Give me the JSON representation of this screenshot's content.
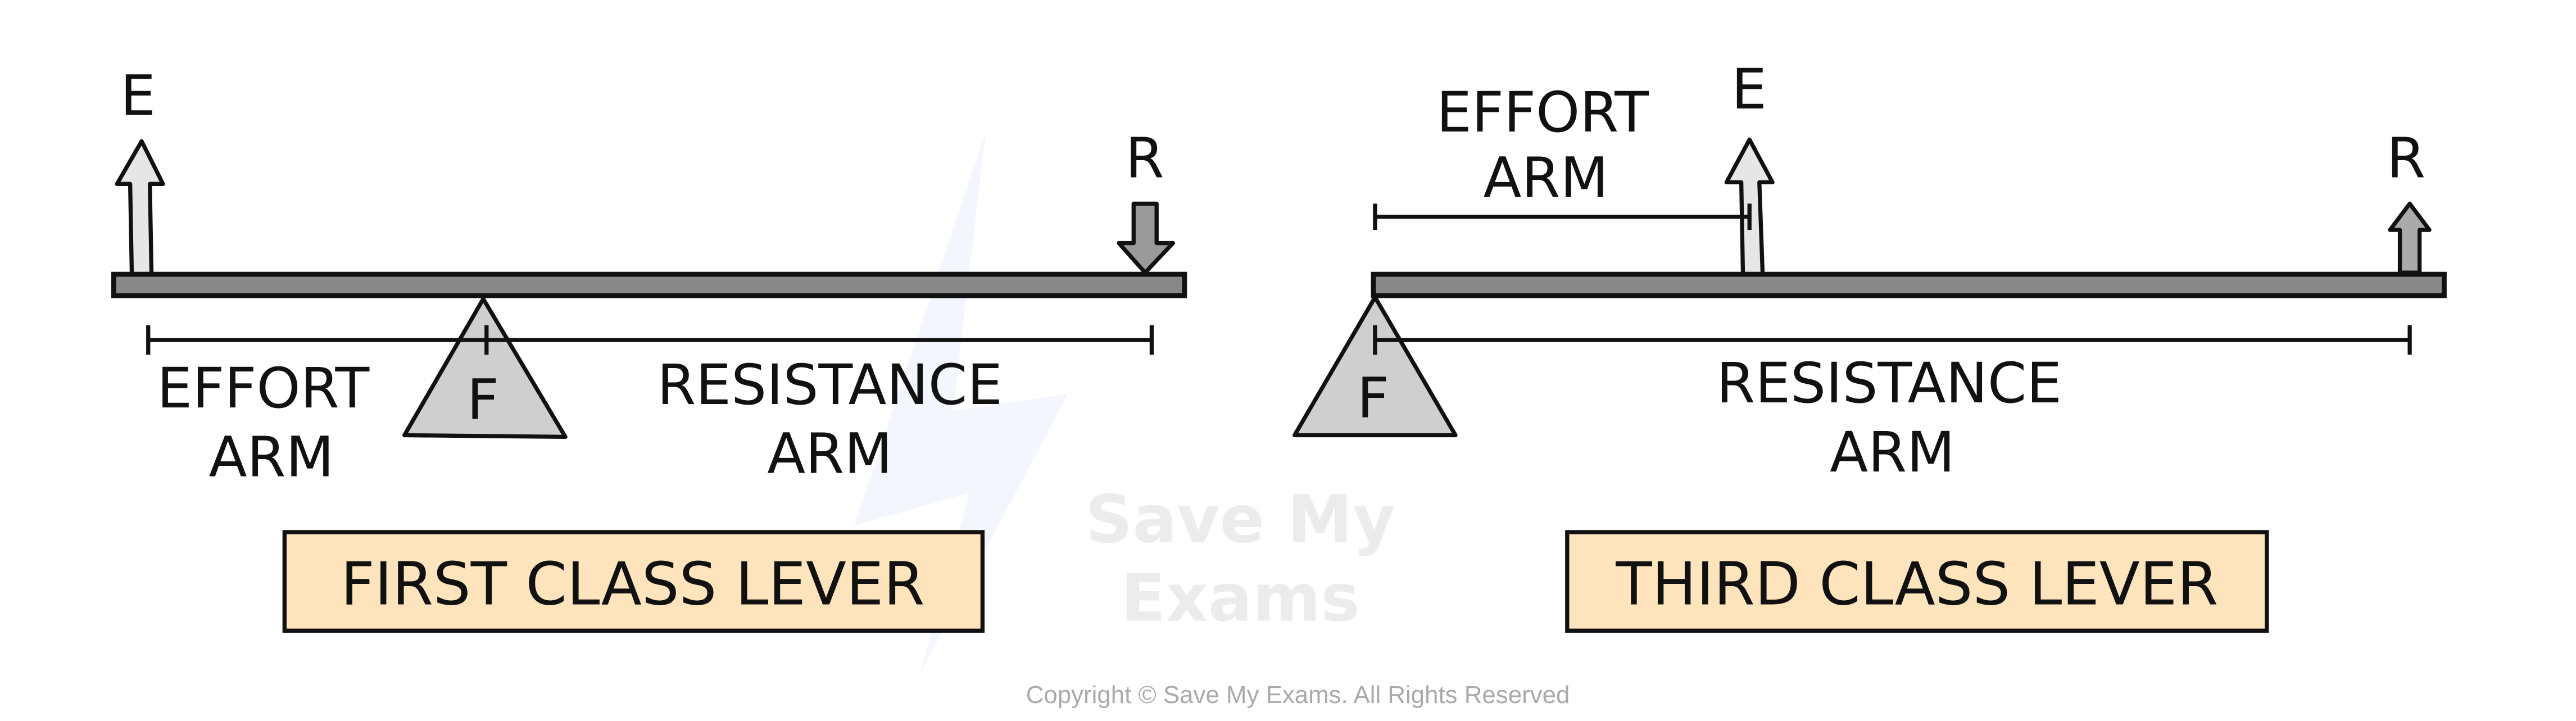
{
  "watermark": {
    "line1": "Save My",
    "line2": "Exams"
  },
  "colors": {
    "beam": "#888888",
    "fulcrum": "#cfcfcf",
    "effort_arrow": "#e6e6e6",
    "resistance_arrow": "#aaaaaa",
    "title_box": "#fde4bd",
    "stroke": "#111111"
  },
  "first_class": {
    "effort_label": "E",
    "resistance_label": "R",
    "fulcrum_label": "F",
    "effort_arm": {
      "line1": "EFFORT",
      "line2": "ARM"
    },
    "resistance_arm": {
      "line1": "RESISTANCE",
      "line2": "ARM"
    },
    "title": "FIRST CLASS LEVER"
  },
  "third_class": {
    "effort_label": "E",
    "resistance_label": "R",
    "fulcrum_label": "F",
    "effort_arm": {
      "line1": "EFFORT",
      "line2": "ARM"
    },
    "resistance_arm": {
      "line1": "RESISTANCE",
      "line2": "ARM"
    },
    "title": "THIRD CLASS LEVER"
  },
  "footer": {
    "copyright": "Copyright © Save My Exams. All Rights Reserved"
  }
}
